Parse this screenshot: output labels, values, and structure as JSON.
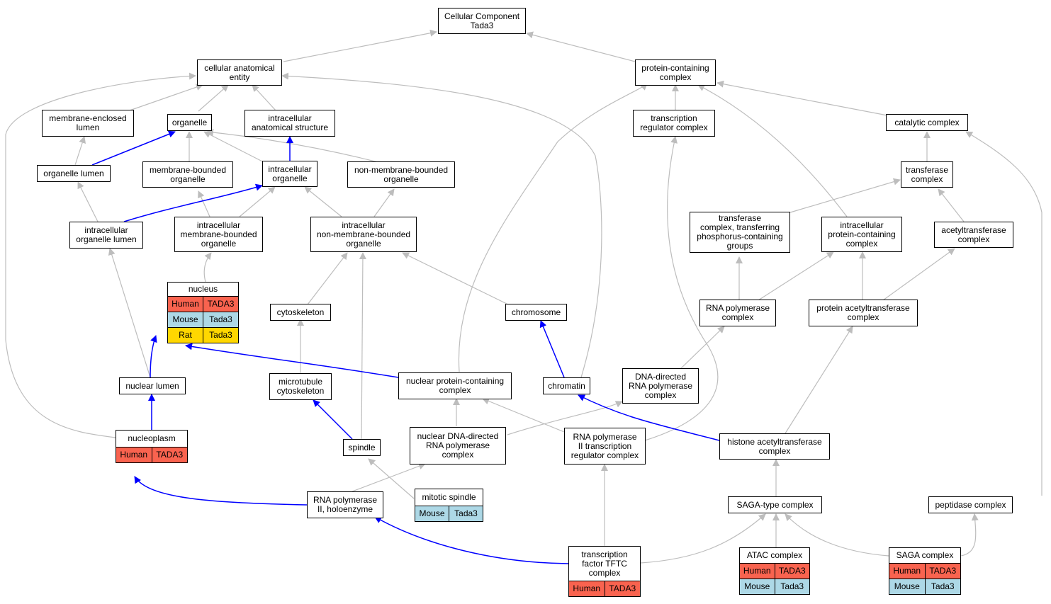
{
  "colors": {
    "human": "#f9634f",
    "mouse": "#add8e6",
    "rat": "#ffd700",
    "edge_gray": "#bdbdbd",
    "edge_blue": "#0000ff"
  },
  "nodes": {
    "cellular_component": {
      "label": "Cellular Component\nTada3"
    },
    "cellular_anatomical_entity": {
      "label": "cellular anatomical\nentity"
    },
    "protein_containing_complex": {
      "label": "protein-containing\ncomplex"
    },
    "membrane_enclosed_lumen": {
      "label": "membrane-enclosed\nlumen"
    },
    "organelle": {
      "label": "organelle"
    },
    "intracellular_anatomical_structure": {
      "label": "intracellular\nanatomical structure"
    },
    "transcription_regulator_complex": {
      "label": "transcription\nregulator complex"
    },
    "catalytic_complex": {
      "label": "catalytic complex"
    },
    "organelle_lumen": {
      "label": "organelle lumen"
    },
    "membrane_bounded_organelle": {
      "label": "membrane-bounded\norganelle"
    },
    "intracellular_organelle": {
      "label": "intracellular\norganelle"
    },
    "non_membrane_bounded_organelle": {
      "label": "non-membrane-bounded\norganelle"
    },
    "transferase_complex": {
      "label": "transferase\ncomplex"
    },
    "intracellular_organelle_lumen": {
      "label": "intracellular\norganelle lumen"
    },
    "intracellular_membrane_bounded_organelle": {
      "label": "intracellular\nmembrane-bounded\norganelle"
    },
    "intracellular_non_membrane_bounded_organelle": {
      "label": "intracellular\nnon-membrane-bounded\norganelle"
    },
    "transferase_complex_phosphorus": {
      "label": "transferase\ncomplex, transferring\nphosphorus-containing\ngroups"
    },
    "intracellular_protein_containing_complex": {
      "label": "intracellular\nprotein-containing\ncomplex"
    },
    "acetyltransferase_complex": {
      "label": "acetyltransferase\ncomplex"
    },
    "nucleus": {
      "label": "nucleus",
      "rows": [
        [
          "Human",
          "TADA3"
        ],
        [
          "Mouse",
          "Tada3"
        ],
        [
          "Rat",
          "Tada3"
        ]
      ]
    },
    "cytoskeleton": {
      "label": "cytoskeleton"
    },
    "chromosome": {
      "label": "chromosome"
    },
    "rna_polymerase_complex": {
      "label": "RNA polymerase\ncomplex"
    },
    "protein_acetyltransferase_complex": {
      "label": "protein acetyltransferase\ncomplex"
    },
    "dna_directed_rna_polymerase_complex": {
      "label": "DNA-directed\nRNA polymerase\ncomplex"
    },
    "nuclear_lumen": {
      "label": "nuclear lumen"
    },
    "microtubule_cytoskeleton": {
      "label": "microtubule\ncytoskeleton"
    },
    "nuclear_protein_containing_complex": {
      "label": "nuclear protein-containing\ncomplex"
    },
    "chromatin": {
      "label": "chromatin"
    },
    "nucleoplasm": {
      "label": "nucleoplasm",
      "rows": [
        [
          "Human",
          "TADA3"
        ]
      ]
    },
    "spindle": {
      "label": "spindle"
    },
    "nuclear_dna_directed_rna_polymerase_complex": {
      "label": "nuclear DNA-directed\nRNA polymerase\ncomplex"
    },
    "rna_polymerase_ii_transcription_regulator_complex": {
      "label": "RNA polymerase\nII transcription\nregulator complex"
    },
    "histone_acetyltransferase_complex": {
      "label": "histone acetyltransferase\ncomplex"
    },
    "rna_polymerase_ii_holoenzyme": {
      "label": "RNA polymerase\nII, holoenzyme"
    },
    "mitotic_spindle": {
      "label": "mitotic spindle",
      "rows": [
        [
          "Mouse",
          "Tada3"
        ]
      ]
    },
    "saga_type_complex": {
      "label": "SAGA-type complex"
    },
    "peptidase_complex": {
      "label": "peptidase complex"
    },
    "transcription_factor_tftc_complex": {
      "label": "transcription\nfactor TFTC\ncomplex",
      "rows": [
        [
          "Human",
          "TADA3"
        ]
      ]
    },
    "atac_complex": {
      "label": "ATAC complex",
      "rows": [
        [
          "Human",
          "TADA3"
        ],
        [
          "Mouse",
          "Tada3"
        ]
      ]
    },
    "saga_complex": {
      "label": "SAGA complex",
      "rows": [
        [
          "Human",
          "TADA3"
        ],
        [
          "Mouse",
          "Tada3"
        ]
      ]
    }
  }
}
